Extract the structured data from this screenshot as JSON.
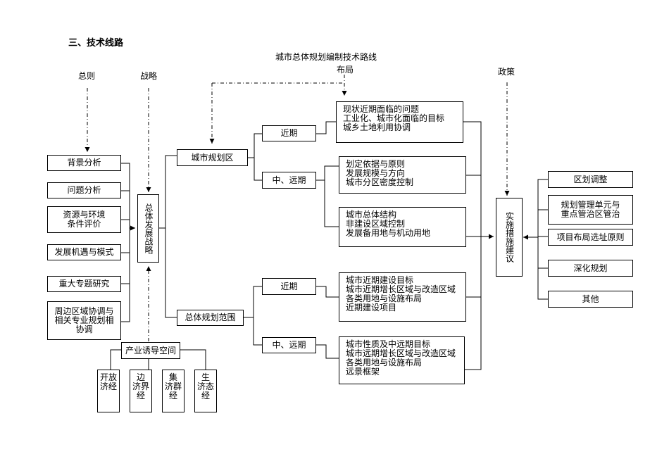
{
  "section_heading": "三、技术线路",
  "diagram_title": "城市总体规划编制技术路线",
  "top_labels": {
    "zongze": "总则",
    "zhanlue": "战略",
    "buju": "布局",
    "zhengce": "政策"
  },
  "left_boxes": [
    "背景分析",
    "问题分析",
    "资源与环境\n条件评价",
    "发展机遇与模式",
    "重大专题研究",
    "周边区域协调与\n相关专业规划相\n协调"
  ],
  "strategy_box": "总体发展战略",
  "industry_box": "产业诱导空间",
  "economy_boxes": [
    "开放\n济经",
    "边\n济界经",
    "集\n济群经",
    "生\n济态经"
  ],
  "areas": {
    "city_area": "城市规划区",
    "overall_area": "总体规划范围"
  },
  "period_boxes": {
    "near_1": "近期",
    "mid_far_1": "中、远期",
    "near_2": "近期",
    "mid_far_2": "中、远期"
  },
  "content_boxes": {
    "near_1": "现状近期面临的问题\n工业化、城市化面临的目标\n城乡土地利用协调",
    "mid_far_1a": "划定依据与原则\n发展规模与方向\n城市分区密度控制",
    "mid_far_1b": "城市总体结构\n非建设区域控制\n发展备用地与机动用地",
    "near_2": "城市近期建设目标\n城市近期增长区域与改造区域\n各类用地与设施布局\n近期建设项目",
    "mid_far_2": "城市性质及中远期目标\n城市远期增长区域与改造区域\n各类用地与设施布局\n远景框架"
  },
  "implementation_box": "实施措施建议",
  "right_boxes": [
    "区划调整",
    "规划管理单元与\n重点管治区管治",
    "项目布局选址原则",
    "深化规划",
    "其他"
  ]
}
